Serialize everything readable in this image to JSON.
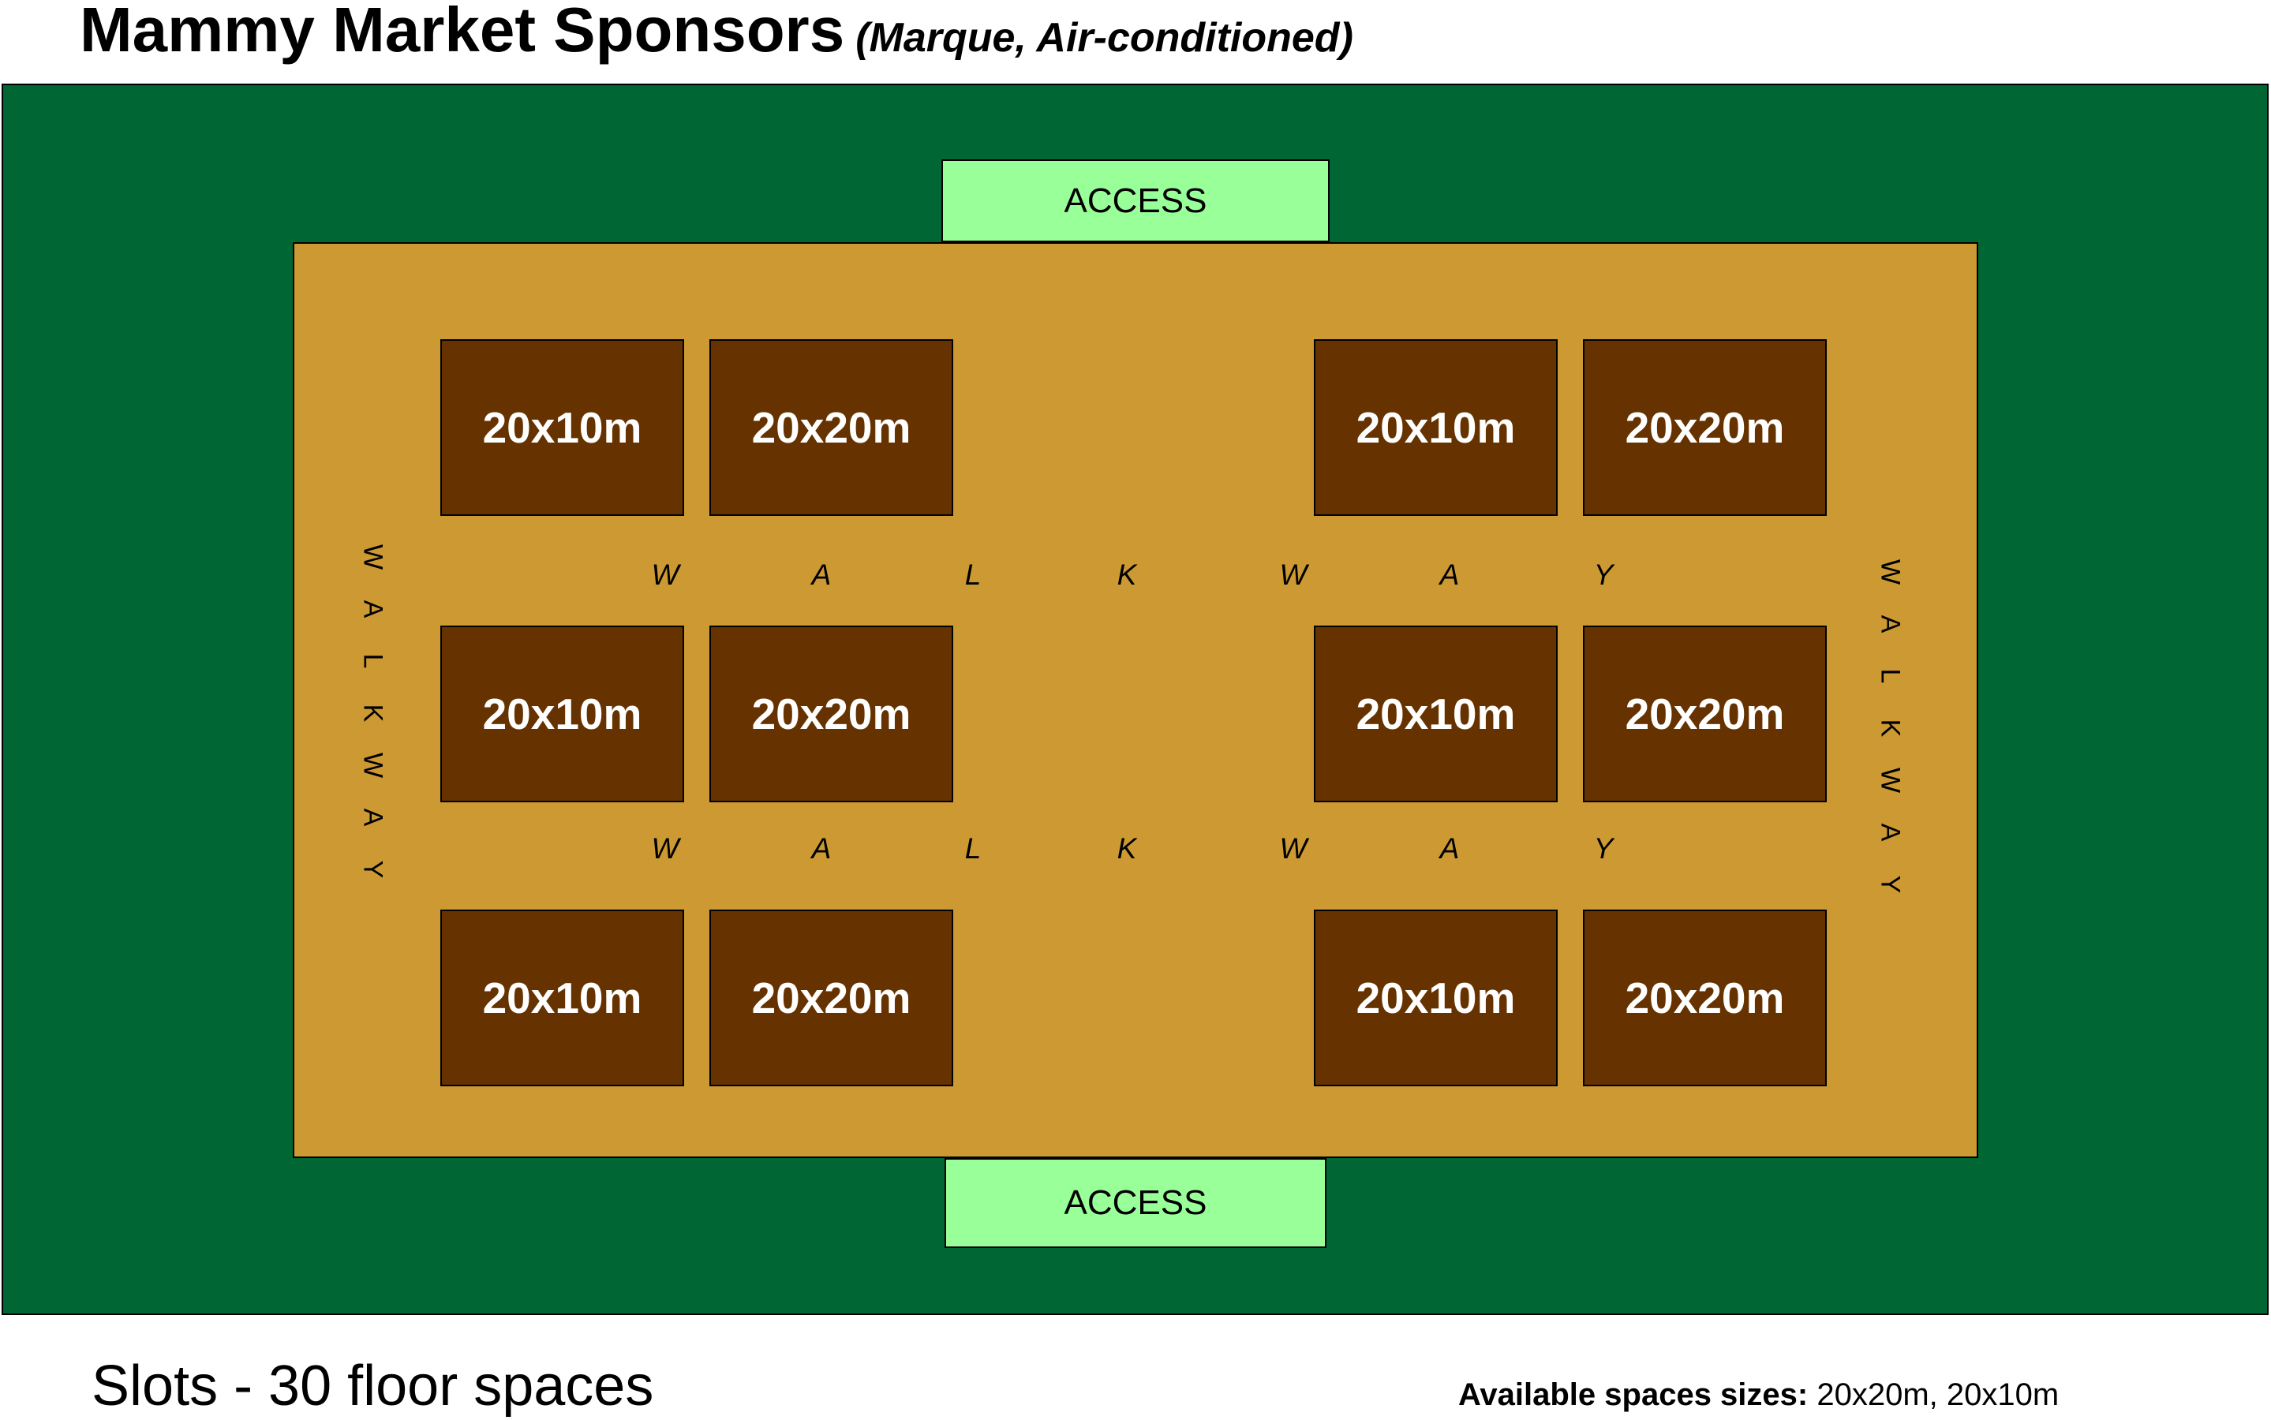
{
  "title": {
    "main": "Mammy Market Sponsors",
    "sub": "(Marque, Air-conditioned)"
  },
  "access": {
    "top": "ACCESS",
    "bottom": "ACCESS"
  },
  "booths": [
    [
      "20x10m",
      "20x20m",
      "20x10m",
      "20x20m"
    ],
    [
      "20x10m",
      "20x20m",
      "20x10m",
      "20x20m"
    ],
    [
      "20x10m",
      "20x20m",
      "20x10m",
      "20x20m"
    ]
  ],
  "walkway_letters": [
    "W",
    "A",
    "L",
    "K",
    "W",
    "A",
    "Y"
  ],
  "footer": {
    "slots": "Slots - 30 floor spaces",
    "avail_label": "Available spaces sizes:",
    "avail_value": "20x20m, 20x10m"
  },
  "colors": {
    "ground": "#006633",
    "tent": "#cc9933",
    "booth": "#663300",
    "access": "#99ff99"
  }
}
